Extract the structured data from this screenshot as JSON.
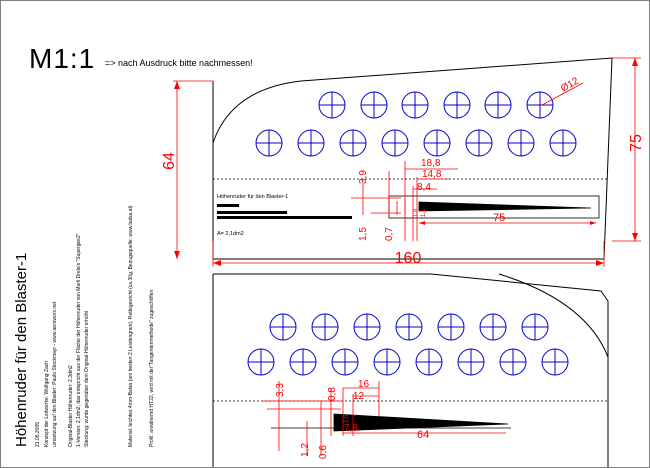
{
  "scale": {
    "label": "M1:1",
    "note": "=> nach Ausdruck bitte nachmessen!"
  },
  "sidebar": {
    "main_title": "Höhenruder für den Blaster-1",
    "date": "21.05.2005",
    "lines": [
      "Konzept der Leitwerke: Wolfgang Zach",
      "umsetzung auf den Blaster: Paulo Stockmayr - www.aeroworx.net",
      "Original-Blaster Höhenruder: 2.3dm2",
      "1-Version: 2,1dm2, das entspricht aus der Fläche der Höhenruder von Mark Drela's \"Supergee2\"",
      "Steckung: wurde gegenüber dem Original-Höhenruder erhöht",
      "Material: leichtes 4mm-Balsa (am besten 2 Leistengrain), Rettegewicht (ca.30g, Bezugsquelle: www.balsa.at)",
      "Profil: annähernd HT22, wird mit der\"Tangentenmethode\" zugeschliffen"
    ]
  },
  "upper_part": {
    "name_label": "Höhenruder für den Blaster-1",
    "area_label": "A= 2,1dm2",
    "dimensions": {
      "overall_length": "160",
      "overall_height": "75",
      "left_height": "64",
      "hole_diameter": "Ø12",
      "d_18_8": "18,8",
      "d_14_8": "14,8",
      "d_8_4": "8,4",
      "d_3_9": "3,9",
      "d_75": "75",
      "d_1_5": "1,5",
      "d_0_7": "0,7",
      "d_small_a": "1,9",
      "d_small_b": "1,1"
    }
  },
  "lower_part": {
    "dimensions": {
      "d_3_3": "3,3",
      "d_16": "16",
      "d_12": "12",
      "d_0_8": "0,8",
      "d_64": "64",
      "d_1_2": "1,2",
      "d_0_6": "0,6",
      "d_7_8": "7,8",
      "d_small_a": "1,6",
      "d_small_b": "1"
    }
  },
  "colors": {
    "outline": "#000000",
    "dimension": "#ff0000",
    "hole_stroke": "#0000cc",
    "hole_fill": "#ffffff"
  }
}
